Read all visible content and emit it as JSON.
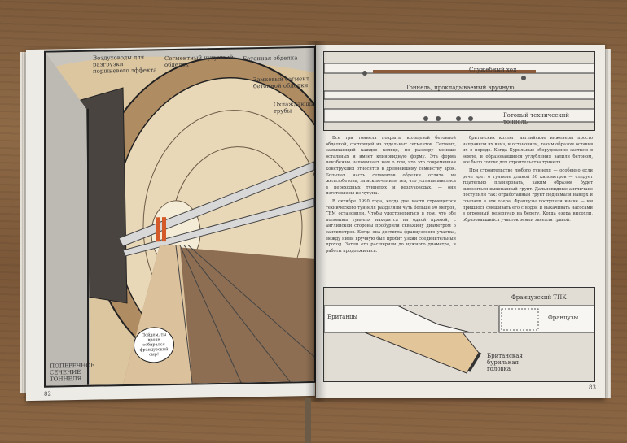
{
  "left_page": {
    "page_number": "82",
    "labels": {
      "air_duct": "Воздуховоды для разгрузки поршневого эффекта",
      "cast_iron_lining": "Сегментный чугунный обделок",
      "concrete_lining": "Бетонная обделка",
      "lock_segment": "Замковый сегмент бетонной обделки",
      "cooling_pipes": "Охлаждающие трубы"
    },
    "speech_bubble": "Пойдем, ты вроде собирался французский сыр!",
    "caption": "Поперечное сечение тоннеля"
  },
  "right_page": {
    "page_number": "83",
    "top_diagram": {
      "service_passage": "Служебный ход",
      "tunnel_label": "Тоннель, прокладываемый вручную",
      "finished_tunnel": "Готовый технический тоннель"
    },
    "column_1": [
      "Все три тоннеля покрыты кольцевой бетонной обделкой, состоящей из отдельных сегментов. Сегмент, замыкающий каждое кольцо, по размеру меньше остальных и имеет клиновидную форму. Эта форма неизбежно напоминает нам о том, что это современная конструкция относится к древнейшему семейству арок. Большая часть сегментов обделки отлита из железобетона, за исключением тех, что устанавливались в переходных туннелях и воздуховодах, — они изготовлены из чугуна.",
      "В октябре 1990 года, когда две части строящегося технического туннеля разделяли чуть больше 90 метров, TBM остановили. Чтобы удостовериться в том, что обе половины туннеля находятся на одной прямой, с английской стороны пробурили скважину диаметром 5 сантиметров. Когда она достигла французского участка, между ними вручную был пробит узкий соединительный проход. Затем его расширили до нужного диаметра, и работы продолжились."
    ],
    "column_2": [
      "британских коллег, английские инженеры просто направили их вниз, и остановили, таким образом оставив их в породе. Когда Бурильные оборудование застыло в земле, и образовавшиеся углубления залили бетоном, все было готово для строительства туннеля.",
      "При строительстве любого туннеля — особенно если речь идет о туннеле длиной 50 километров — следует тщательно планировать, каким образом будет вывозиться выкопанный грунт. Дальновидные англичане поступили так: отработанный грунт поднимали наверх и ссыпали в эти озера. Французы поступили иначе — им пришлось смешивать его с водой и выкачивать насосами в огромный резервуар на берегу. Когда озера высохли, образовавшийся участок земли засеяли травой."
    ],
    "bottom_diagram": {
      "british": "Британцы",
      "french_tbm": "Французский ТПК",
      "french": "Французы",
      "british_drill_head": "Британская бурильная головка"
    }
  },
  "colors": {
    "wood": "#8e6a47",
    "paper": "#eeebe5",
    "sand": "#e3c59a"
  }
}
